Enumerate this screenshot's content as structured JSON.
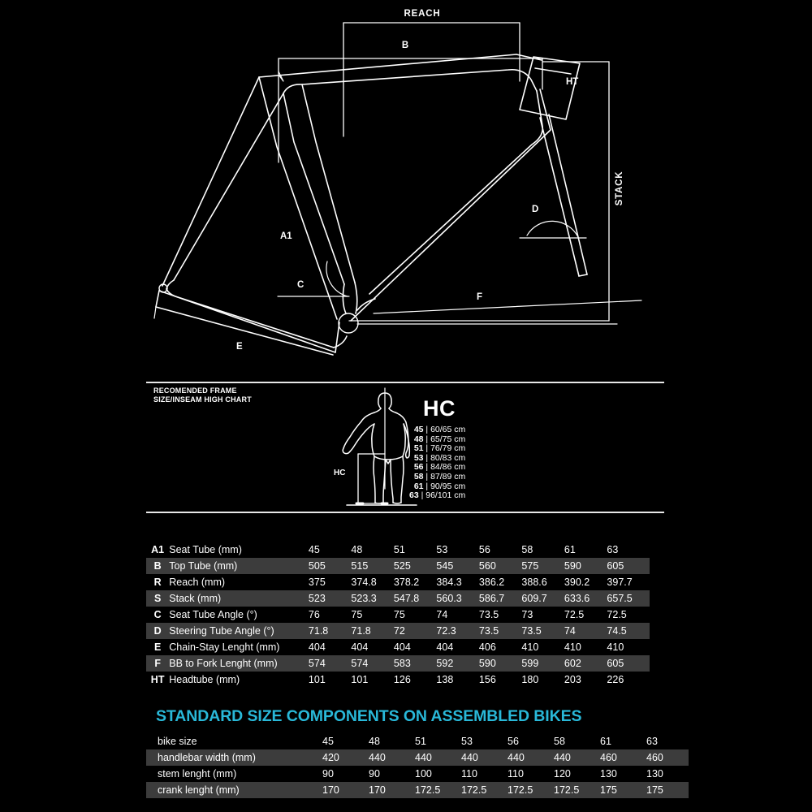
{
  "diagram": {
    "labels": {
      "reach": "REACH",
      "stack": "STACK",
      "top_tube": "B",
      "head_tube": "HT",
      "seat_tube": "A1",
      "seat_angle": "C",
      "head_angle": "D",
      "chainstay": "E",
      "fork": "F"
    }
  },
  "hc": {
    "caption": "RECOMENDED FRAME\nSIZE/INSEAM HIGH CHART",
    "title": "HC",
    "bracket_label": "HC",
    "inseam_rows": [
      {
        "size": "45",
        "range": "60/65 cm"
      },
      {
        "size": "48",
        "range": "65/75 cm"
      },
      {
        "size": "51",
        "range": "76/79 cm"
      },
      {
        "size": "53",
        "range": "80/83 cm"
      },
      {
        "size": "56",
        "range": "84/86 cm"
      },
      {
        "size": "58",
        "range": "87/89 cm"
      },
      {
        "size": "61",
        "range": "90/95 cm"
      },
      {
        "size": "63",
        "range": "96/101 cm"
      }
    ]
  },
  "geometry_table": {
    "sizes": [
      "45",
      "48",
      "51",
      "53",
      "56",
      "58",
      "61",
      "63"
    ],
    "rows": [
      {
        "code": "A1",
        "name": "Seat Tube (mm)",
        "values": [
          "45",
          "48",
          "51",
          "53",
          "56",
          "58",
          "61",
          "63"
        ]
      },
      {
        "code": "B",
        "name": "Top Tube (mm)",
        "values": [
          "505",
          "515",
          "525",
          "545",
          "560",
          "575",
          "590",
          "605"
        ]
      },
      {
        "code": "R",
        "name": "Reach (mm)",
        "values": [
          "375",
          "374.8",
          "378.2",
          "384.3",
          "386.2",
          "388.6",
          "390.2",
          "397.7"
        ]
      },
      {
        "code": "S",
        "name": "Stack (mm)",
        "values": [
          "523",
          "523.3",
          "547.8",
          "560.3",
          "586.7",
          "609.7",
          "633.6",
          "657.5"
        ]
      },
      {
        "code": "C",
        "name": "Seat Tube Angle (°)",
        "values": [
          "76",
          "75",
          "75",
          "74",
          "73.5",
          "73",
          "72.5",
          "72.5"
        ]
      },
      {
        "code": "D",
        "name": "Steering Tube Angle (°)",
        "values": [
          "71.8",
          "71.8",
          "72",
          "72.3",
          "73.5",
          "73.5",
          "74",
          "74.5"
        ]
      },
      {
        "code": "E",
        "name": "Chain-Stay Lenght (mm)",
        "values": [
          "404",
          "404",
          "404",
          "404",
          "406",
          "410",
          "410",
          "410"
        ]
      },
      {
        "code": "F",
        "name": "BB to Fork Lenght (mm)",
        "values": [
          "574",
          "574",
          "583",
          "592",
          "590",
          "599",
          "602",
          "605"
        ]
      },
      {
        "code": "HT",
        "name": "Headtube (mm)",
        "values": [
          "101",
          "101",
          "126",
          "138",
          "156",
          "180",
          "203",
          "226"
        ]
      }
    ]
  },
  "standard_components": {
    "title": "STANDARD SIZE COMPONENTS ON ASSEMBLED BIKES",
    "accent_color": "#29b8d8",
    "rows": [
      {
        "name": "bike size",
        "values": [
          "45",
          "48",
          "51",
          "53",
          "56",
          "58",
          "61",
          "63"
        ]
      },
      {
        "name": "handlebar width (mm)",
        "values": [
          "420",
          "440",
          "440",
          "440",
          "440",
          "440",
          "460",
          "460"
        ]
      },
      {
        "name": "stem lenght (mm)",
        "values": [
          "90",
          "90",
          "100",
          "110",
          "110",
          "120",
          "130",
          "130"
        ]
      },
      {
        "name": "crank lenght (mm)",
        "values": [
          "170",
          "170",
          "172.5",
          "172.5",
          "172.5",
          "172.5",
          "175",
          "175"
        ]
      }
    ]
  }
}
